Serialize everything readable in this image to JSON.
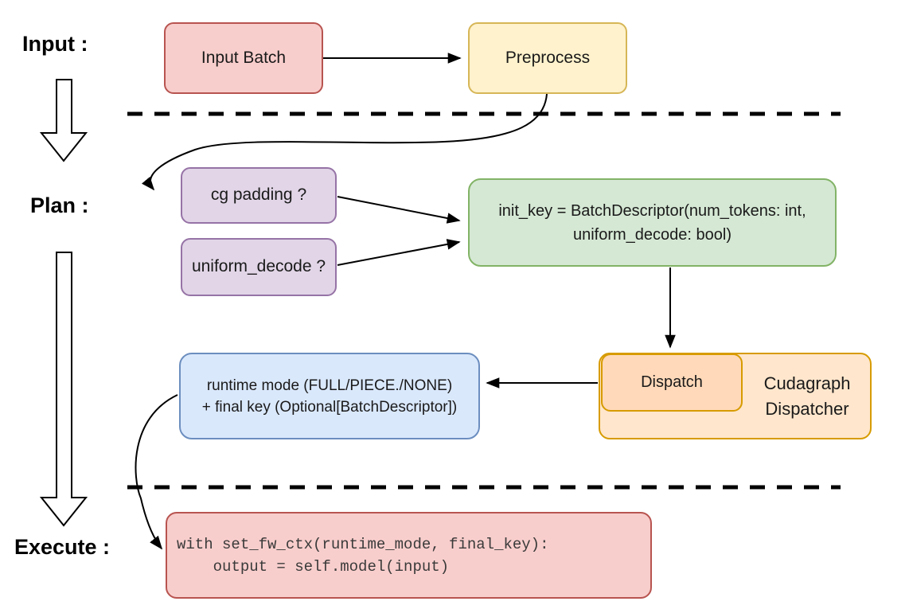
{
  "stage_labels": {
    "input": "Input :",
    "plan": "Plan :",
    "execute": "Execute :"
  },
  "nodes": {
    "input_batch": {
      "label": "Input Batch"
    },
    "preprocess": {
      "label": "Preprocess"
    },
    "cg_padding": {
      "label": "cg padding ?"
    },
    "uniform_decode": {
      "label": "uniform_decode ?"
    },
    "init_key": {
      "line1": "init_key = BatchDescriptor(num_tokens: int,",
      "line2": "uniform_decode: bool)"
    },
    "runtime_mode": {
      "line1": "runtime mode (FULL/PIECE./NONE)",
      "line2": "+ final key (Optional[BatchDescriptor])"
    },
    "dispatch": {
      "label": "Dispatch"
    },
    "cudagraph_dispatcher": {
      "line1": "Cudagraph",
      "line2": "Dispatcher"
    },
    "execute_code": {
      "line1": "with set_fw_ctx(runtime_mode, final_key):",
      "line2": "    output = self.model(input)"
    }
  },
  "colors": {
    "red_fill": "#f8cecc",
    "red_stroke": "#b85450",
    "yellow_fill": "#fff2cc",
    "yellow_stroke": "#d6b656",
    "purple_fill": "#e1d5e7",
    "purple_stroke": "#9673a6",
    "green_fill": "#d5e8d4",
    "green_stroke": "#82b366",
    "blue_fill": "#dae8fc",
    "blue_stroke": "#6c8ebf",
    "orange_fill": "#ffe6cc",
    "orange_stroke": "#d79b00",
    "orange_inner_fill": "#ffd9b9",
    "line_color": "#000000"
  }
}
